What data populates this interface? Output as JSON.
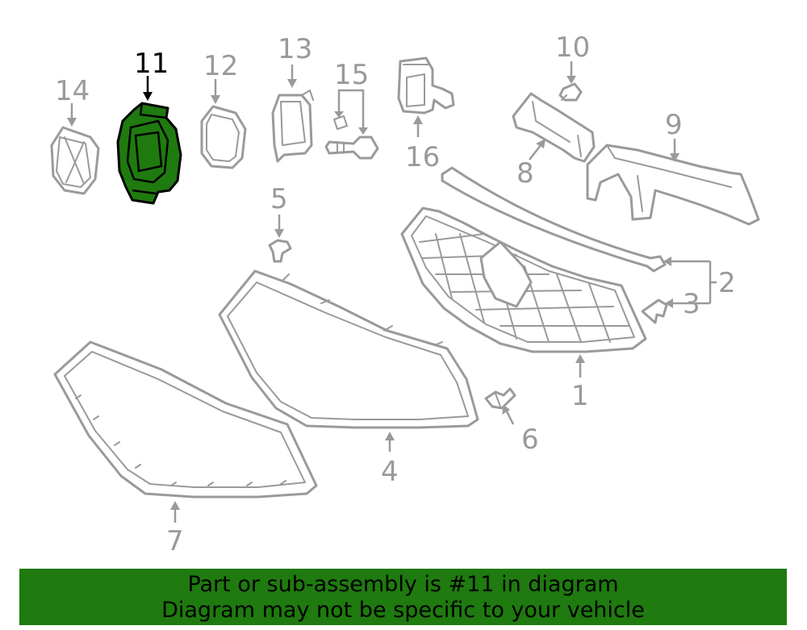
{
  "diagram": {
    "highlighted_part": "11",
    "callouts": {
      "c1": "1",
      "c2": "2",
      "c3": "3",
      "c4": "4",
      "c5": "5",
      "c6": "6",
      "c7": "7",
      "c8": "8",
      "c9": "9",
      "c10": "10",
      "c11": "11",
      "c12": "12",
      "c13": "13",
      "c14": "14",
      "c15": "15",
      "c16": "16"
    },
    "colors": {
      "highlight": "#1f7a0f",
      "lines": "#9a9a9a",
      "banner": "#1f7a0f"
    }
  },
  "banner": {
    "line1": "Part or sub-assembly is #11 in diagram",
    "line2": "Diagram may not be specific to your vehicle"
  }
}
